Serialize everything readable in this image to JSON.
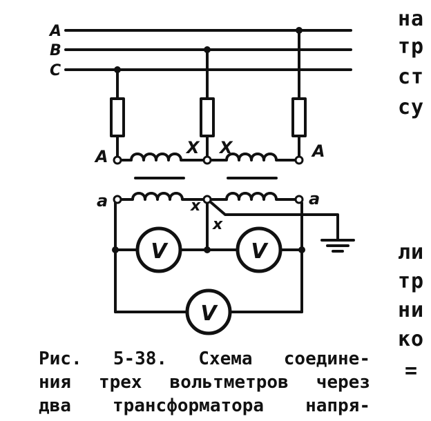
{
  "diagram": {
    "phase_labels": [
      "A",
      "B",
      "C"
    ],
    "primary_terminal_left": "A",
    "primary_terminal_mid_left": "X",
    "primary_terminal_mid_right": "X",
    "primary_terminal_right": "A",
    "secondary_terminal_left": "a",
    "secondary_terminal_mid_x1": "x",
    "secondary_terminal_mid_x2": "x",
    "secondary_terminal_right": "a",
    "voltmeter_symbol": "V"
  },
  "caption": {
    "line1": "Рис. 5-38. Схема соедине-",
    "line2": "ния трех вольтметров через",
    "line3": "два трансформатора напря-"
  },
  "right_column": {
    "top": [
      "на",
      "тр",
      "ст",
      "су"
    ],
    "bottom": [
      "ли",
      "тр",
      "ни",
      "ко",
      "="
    ]
  }
}
